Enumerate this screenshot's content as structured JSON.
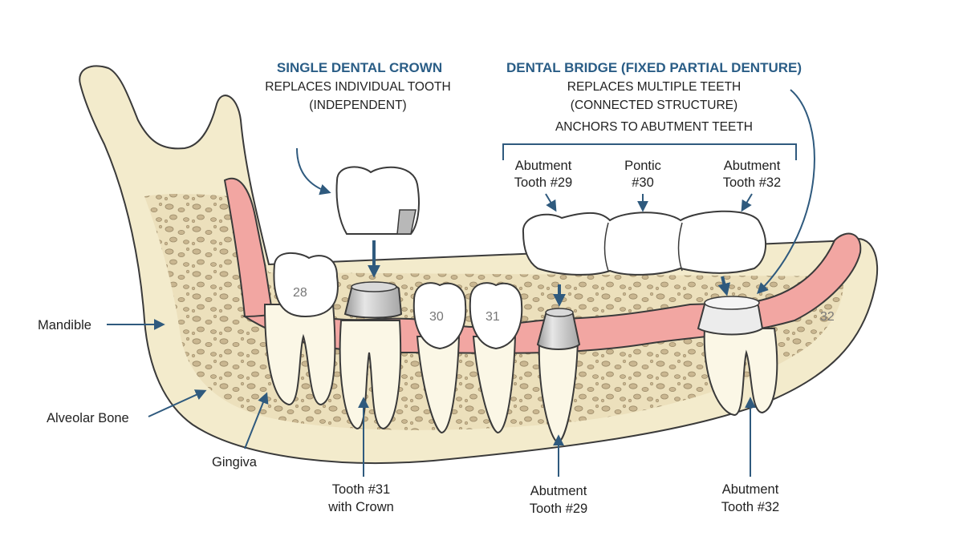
{
  "crown_section": {
    "title": "SINGLE DENTAL CROWN",
    "line1": "REPLACES INDIVIDUAL TOOTH",
    "line2": "(INDEPENDENT)"
  },
  "bridge_section": {
    "title": "DENTAL BRIDGE (FIXED PARTIAL DENTURE)",
    "line1": "REPLACES MULTIPLE TEETH",
    "line2": "(CONNECTED STRUCTURE)",
    "line3": "ANCHORS TO ABUTMENT TEETH"
  },
  "bridge_labels": {
    "abutment_left": [
      "Abutment",
      "Tooth #29"
    ],
    "pontic": [
      "Pontic",
      "#30"
    ],
    "abutment_right": [
      "Abutment",
      "Tooth #32"
    ]
  },
  "tooth_numbers": {
    "t28": "28",
    "t30": "30",
    "t31": "31",
    "t32": "32"
  },
  "side_labels": {
    "mandible": "Mandible",
    "alveolar_bone": "Alveolar Bone",
    "gingiva": "Gingiva"
  },
  "bottom_labels": {
    "tooth31": [
      "Tooth #31",
      "with Crown"
    ],
    "abutment29": [
      "Abutment",
      "Tooth #29"
    ],
    "abutment32": [
      "Abutment",
      "Tooth #32"
    ]
  },
  "colors": {
    "bone": "#f3ebcc",
    "gum": "#f2a6a2",
    "tooth": "#fbf7e6",
    "crown": "#ffffff",
    "metal": "#c3c3c3",
    "arrow": "#2f5a7e",
    "title": "#2a5d86"
  }
}
